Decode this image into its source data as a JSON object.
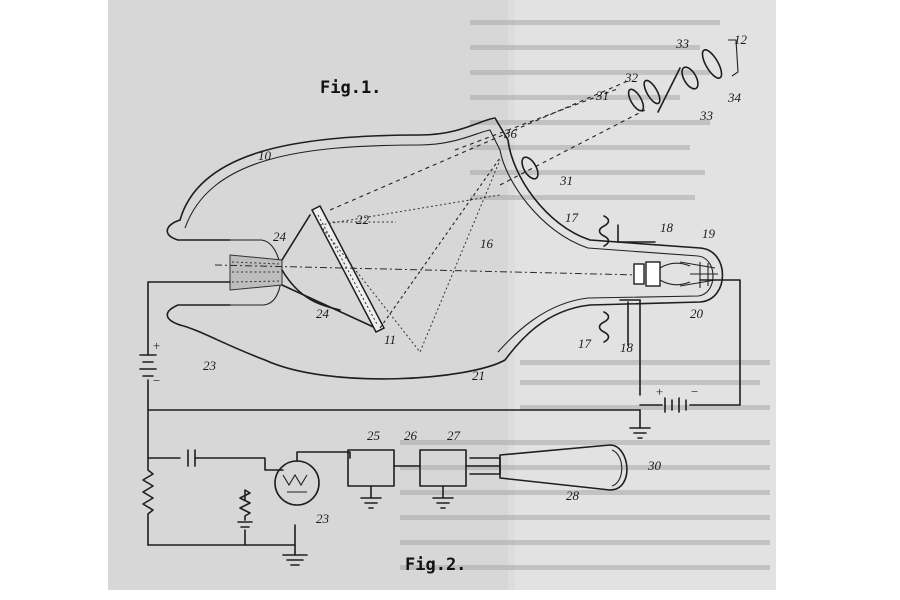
{
  "figure": {
    "fig1_title": "Fig.1.",
    "fig2_title": "Fig.2."
  },
  "labels": {
    "l10": "10",
    "l11": "11",
    "l12": "12",
    "l16": "16",
    "l17a": "17",
    "l17b": "17",
    "l18a": "18",
    "l18b": "18",
    "l19": "19",
    "l20": "20",
    "l21": "21",
    "l22": "22",
    "l23a": "23",
    "l23b": "23",
    "l24a": "24",
    "l24b": "24",
    "l25": "25",
    "l26": "26",
    "l27": "27",
    "l28": "28",
    "l30": "30",
    "l31a": "31",
    "l31b": "31",
    "l32": "32",
    "l33a": "33",
    "l33b": "33",
    "l34": "34",
    "l36": "36",
    "plus_left": "+",
    "minus_left": "−",
    "plus_right": "+",
    "minus_right": "−"
  },
  "colors": {
    "ink": "#1e1e1e",
    "paper": "#ededed",
    "page_gray": "#d6d6d6"
  }
}
